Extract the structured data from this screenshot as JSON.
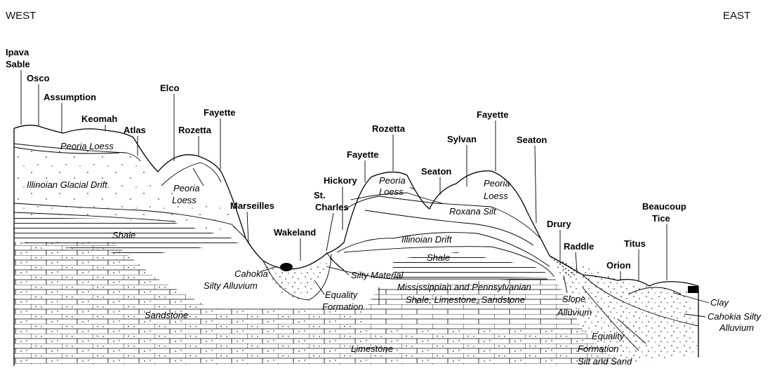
{
  "directions": {
    "west": "WEST",
    "east": "EAST"
  },
  "soils": {
    "ipava": "Ipava",
    "sable": "Sable",
    "osco": "Osco",
    "assumption": "Assumption",
    "keomah": "Keomah",
    "atlas": "Atlas",
    "elco": "Elco",
    "rozetta_1": "Rozetta",
    "fayette_1": "Fayette",
    "marseilles": "Marseilles",
    "wakeland": "Wakeland",
    "st": "St.",
    "charles": "Charles",
    "hickory": "Hickory",
    "fayette_2": "Fayette",
    "rozetta_2": "Rozetta",
    "seaton_1": "Seaton",
    "sylvan": "Sylvan",
    "fayette_3": "Fayette",
    "seaton_2": "Seaton",
    "drury": "Drury",
    "raddle": "Raddle",
    "titus": "Titus",
    "orion": "Orion",
    "beaucoup": "Beaucoup",
    "tice": "Tice"
  },
  "materials": {
    "peoria_loess_1": "Peoria Loess",
    "illinoian_glacial_drift": "Illinoian Glacial Drift",
    "peoria_2a": "Peoria",
    "loess_2b": "Loess",
    "shale_1": "Shale",
    "cahokia_silty_a": "Cahokia",
    "cahokia_silty_b": "Silty Alluvium",
    "equality_a": "Equality",
    "equality_b": "Formation",
    "silty_material": "Silty Material",
    "peoria_3a": "Peoria",
    "loess_3b": "Loess",
    "peoria_4a": "Peoria",
    "loess_4b": "Loess",
    "roxana_silt": "Roxana Silt",
    "illinoian_drift": "Illinoian Drift",
    "shale_2": "Shale",
    "mississippian_a": "Mississippian and Pennsylvanian",
    "mississippian_b": "Shale, Limestone, Sandstone",
    "sandstone": "Sandstone",
    "limestone": "Limestone",
    "slope_a": "Slope",
    "slope_b": "Alluvium",
    "clay": "Clay",
    "cahokia_east_a": "Cahokia Silty",
    "cahokia_east_b": "Alluvium",
    "equality_east_a": "Equality",
    "equality_east_b": "Formation",
    "equality_east_c": "Silt and Sand"
  }
}
